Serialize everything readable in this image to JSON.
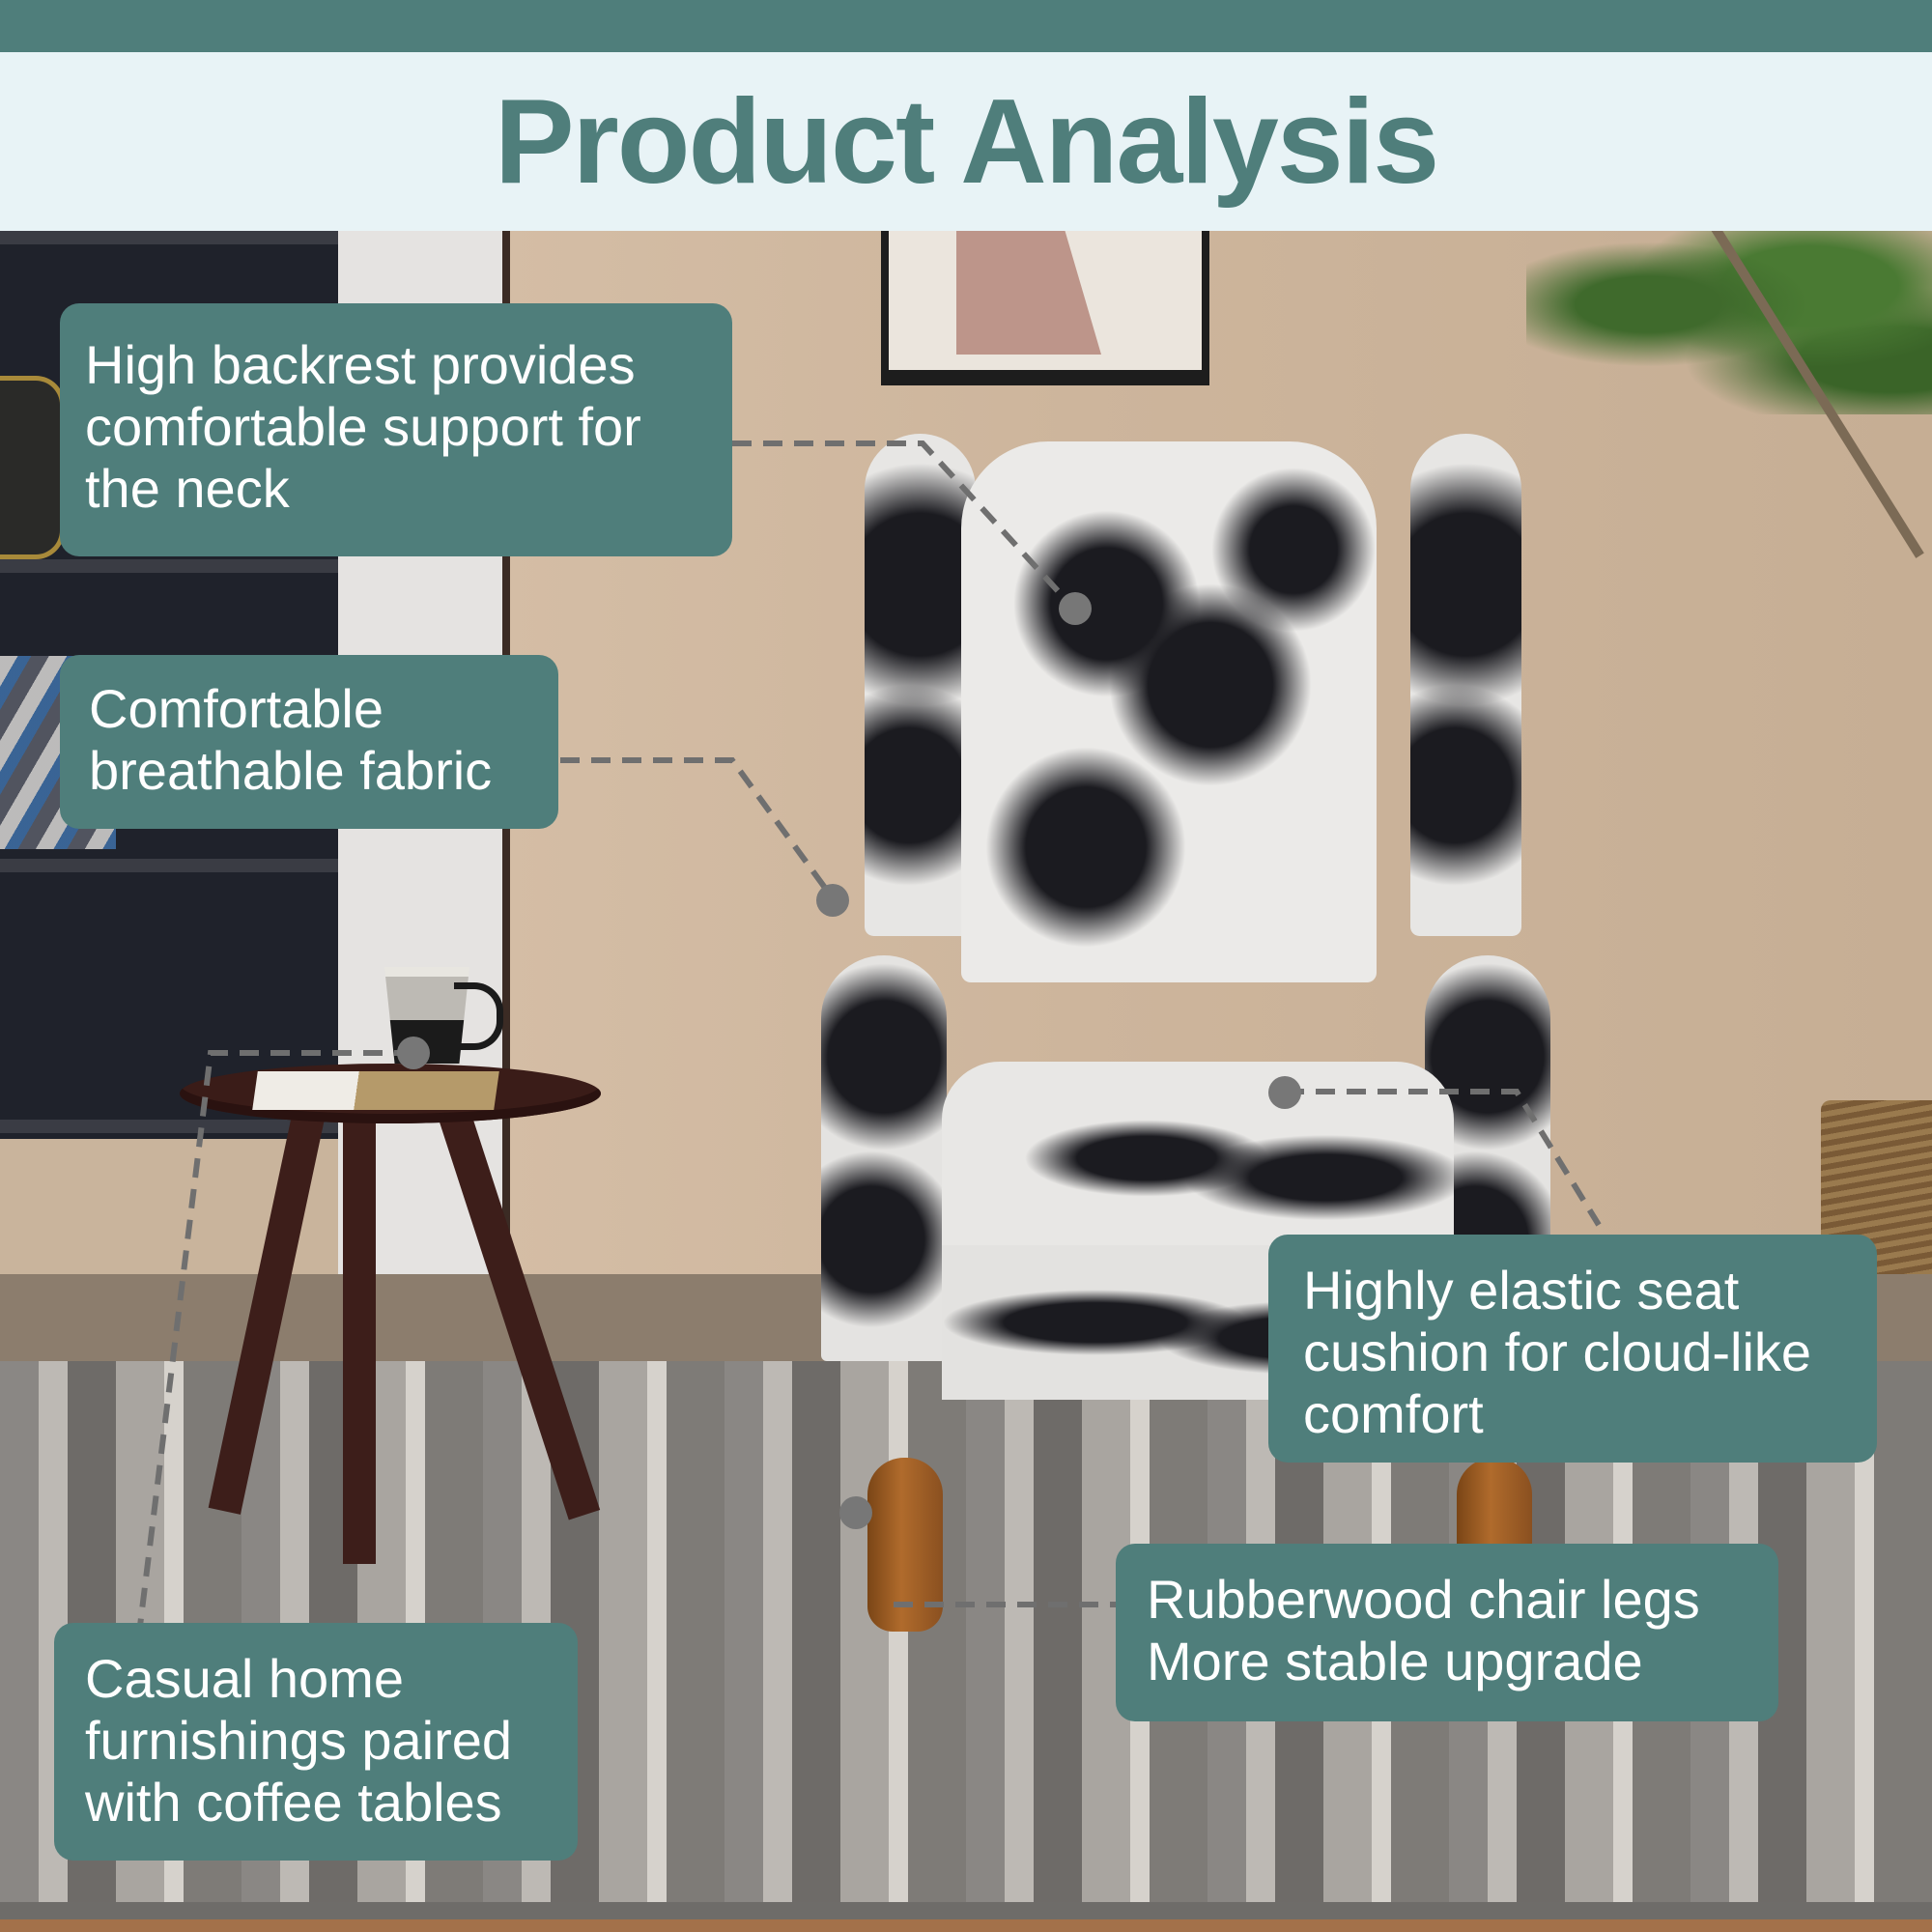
{
  "header": {
    "title": "Product Analysis",
    "bar_color": "#4f7e7b",
    "band_color": "#e8f3f6"
  },
  "callouts": [
    {
      "id": "backrest",
      "text": "High backrest provides\ncomfortable support for\nthe neck"
    },
    {
      "id": "fabric",
      "text": "Comfortable\nbreathable fabric"
    },
    {
      "id": "seat",
      "text": "Highly elastic seat\ncushion for cloud-like\ncomfort"
    },
    {
      "id": "legs",
      "text": "Rubberwood chair legs\nMore stable upgrade"
    },
    {
      "id": "table",
      "text": "Casual home\nfurnishings paired\nwith coffee tables"
    }
  ],
  "colors": {
    "accent": "#4f7e7b",
    "callout_text": "#ffffff",
    "leader_line": "#6f6f6f"
  },
  "scene": {
    "subject": "wingback armchair with black and white tree print fabric",
    "props": [
      "round dark wood side table",
      "mug",
      "book",
      "bookshelf",
      "framed art",
      "plant",
      "woven basket",
      "striped rug"
    ]
  }
}
